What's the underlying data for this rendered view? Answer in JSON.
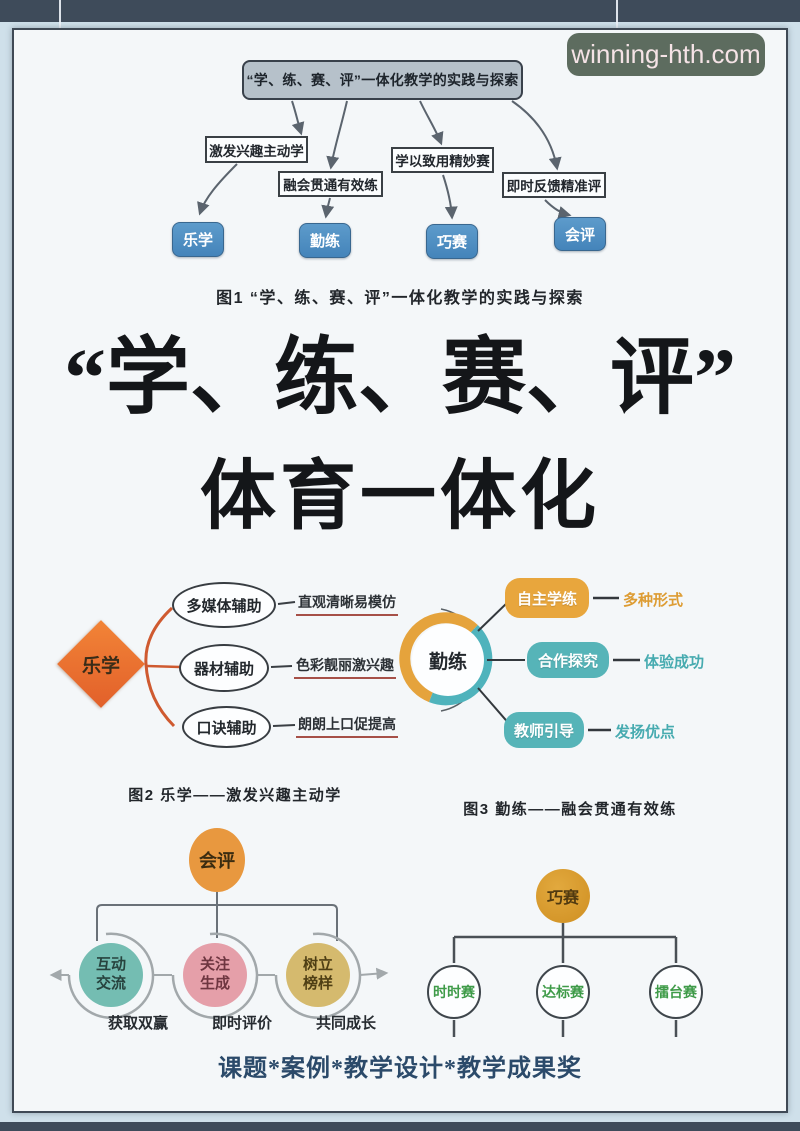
{
  "watermark": {
    "text": "winning-hth.com"
  },
  "colors": {
    "frame_bar": "#3e4b5a",
    "margin_bg": "#cfe0ea",
    "page_bg": "#f4f7f9",
    "watermark_bg": "#5d6c5f",
    "watermark_text": "#f5e3e6",
    "blue_node": "#4a8ec2",
    "orange_diamond": "#ee7031",
    "gold": "#e8a63d",
    "teal": "#56b4b8",
    "pink": "#e59fa9",
    "tan": "#d5ba6e",
    "green_text": "#3f9b49",
    "footer_text": "#2b4a6a"
  },
  "fig1": {
    "title": "“学、练、赛、评”一体化教学的实践与探索",
    "mid_boxes": [
      {
        "label": "激发兴趣主动学"
      },
      {
        "label": "融会贯通有效练"
      },
      {
        "label": "学以致用精妙赛"
      },
      {
        "label": "即时反馈精准评"
      }
    ],
    "leaf_boxes": [
      {
        "label": "乐学"
      },
      {
        "label": "勤练"
      },
      {
        "label": "巧赛"
      },
      {
        "label": "会评"
      }
    ],
    "caption": "图1  “学、练、赛、评”一体化教学的实践与探索"
  },
  "headline": {
    "line1": "“学、练、赛、评”",
    "line2": "体育一体化"
  },
  "fig2": {
    "root": "乐学",
    "branches": [
      {
        "label": "多媒体辅助",
        "note": "直观清晰易模仿"
      },
      {
        "label": "器材辅助",
        "note": "色彩靓丽激兴趣"
      },
      {
        "label": "口诀辅助",
        "note": "朗朗上口促提高"
      }
    ],
    "caption": "图2  乐学——激发兴趣主动学"
  },
  "fig3": {
    "root": "勤练",
    "branches": [
      {
        "label": "自主学练",
        "note": "多种形式"
      },
      {
        "label": "合作探究",
        "note": "体验成功"
      },
      {
        "label": "教师引导",
        "note": "发扬优点"
      }
    ],
    "caption": "图3  勤练——融会贯通有效练"
  },
  "fig4": {
    "root": "会评",
    "branches": [
      {
        "line1": "互动",
        "line2": "交流",
        "note": "获取双赢"
      },
      {
        "line1": "关注",
        "line2": "生成",
        "note": "即时评价"
      },
      {
        "line1": "树立",
        "line2": "榜样",
        "note": "共同成长"
      }
    ]
  },
  "fig5": {
    "root": "巧赛",
    "branches": [
      {
        "label": "时时赛"
      },
      {
        "label": "达标赛"
      },
      {
        "label": "擂台赛"
      }
    ]
  },
  "footer": {
    "text": "课题*案例*教学设计*教学成果奖"
  }
}
